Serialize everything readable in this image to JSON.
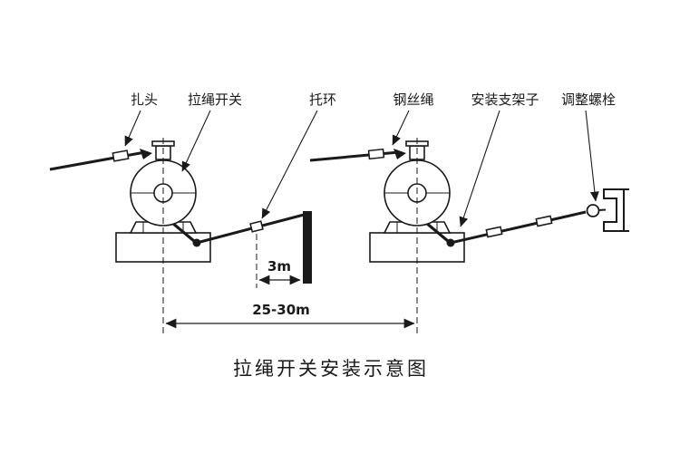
{
  "diagram": {
    "title": "拉绳开关安装示意图",
    "part_labels": [
      {
        "id": "tie-head",
        "label": "扎头"
      },
      {
        "id": "pull-rope-switch",
        "label": "拉绳开关"
      },
      {
        "id": "support-ring",
        "label": "托环"
      },
      {
        "id": "steel-wire-rope",
        "label": "钢丝绳"
      },
      {
        "id": "mounting-bracket",
        "label": "安装支架子"
      },
      {
        "id": "adjusting-bolt",
        "label": "调整螺栓"
      }
    ],
    "dimensions": {
      "ring_to_belt_gap": "3m",
      "switch_spacing": "25-30m"
    },
    "colors": {
      "ink": "#1a1a1a",
      "background": "#ffffff"
    }
  }
}
